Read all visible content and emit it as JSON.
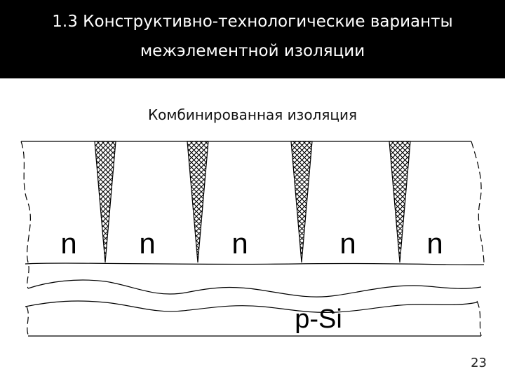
{
  "header": {
    "title_line1": "1.3 Конструктивно-технологические варианты",
    "title_line2": "межэлементной изоляции"
  },
  "diagram": {
    "subtitle": "Комбинированная изоляция",
    "region_labels": [
      "n",
      "n",
      "n",
      "n",
      "n"
    ],
    "substrate_label": "p-Si"
  },
  "footer": {
    "page_number": "23"
  },
  "colors": {
    "title_bar": "#000000",
    "title_text": "#ffffff"
  }
}
